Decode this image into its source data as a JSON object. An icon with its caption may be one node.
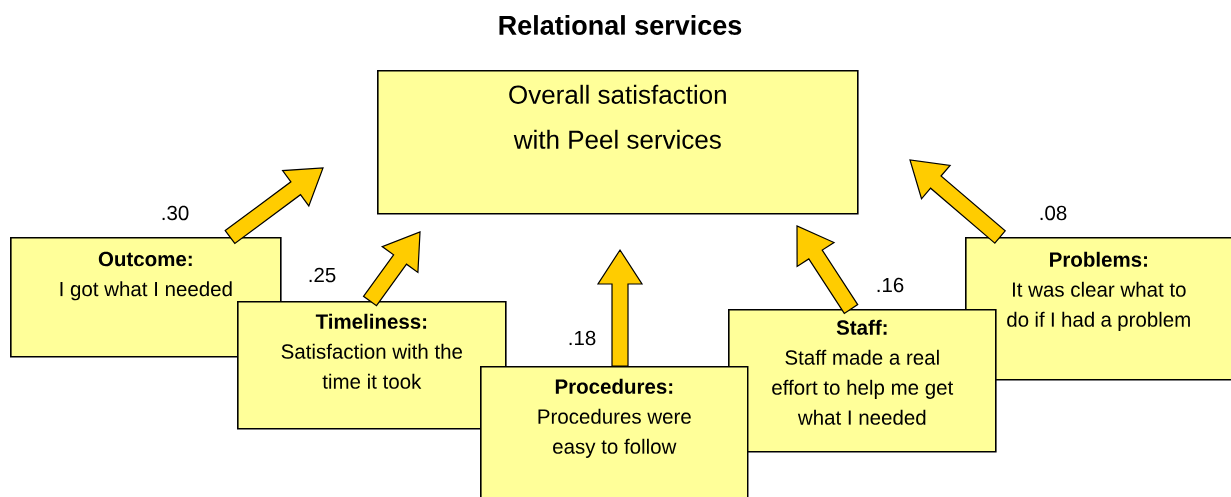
{
  "diagram": {
    "title": "Relational services",
    "nodes": [
      {
        "text": [
          "Overall satisfaction with Peel services"
        ]
      },
      {
        "text": [
          "Outcome:",
          "I got what I needed"
        ]
      },
      {
        "text": [
          "Timeliness:",
          "Satisfaction with the time it took"
        ]
      },
      {
        "text": [
          "Procedures:",
          "Procedures were easy to follow"
        ]
      },
      {
        "text": [
          "Staff:",
          "Staff made a real effort to help me get what I needed"
        ]
      },
      {
        "text": [
          "Problems:",
          "It was clear what to do if I had a problem"
        ]
      }
    ],
    "edges": [
      {
        "from": 1,
        "to": 0,
        "arrow": "to",
        "label": ".30"
      },
      {
        "from": 2,
        "to": 0,
        "arrow": "to",
        "label": ".25"
      },
      {
        "from": 3,
        "to": 0,
        "arrow": "to",
        "label": ".18"
      },
      {
        "from": 4,
        "to": 0,
        "arrow": "to",
        "label": ".16"
      },
      {
        "from": 5,
        "to": 0,
        "arrow": "to",
        "label": ".08"
      }
    ]
  }
}
